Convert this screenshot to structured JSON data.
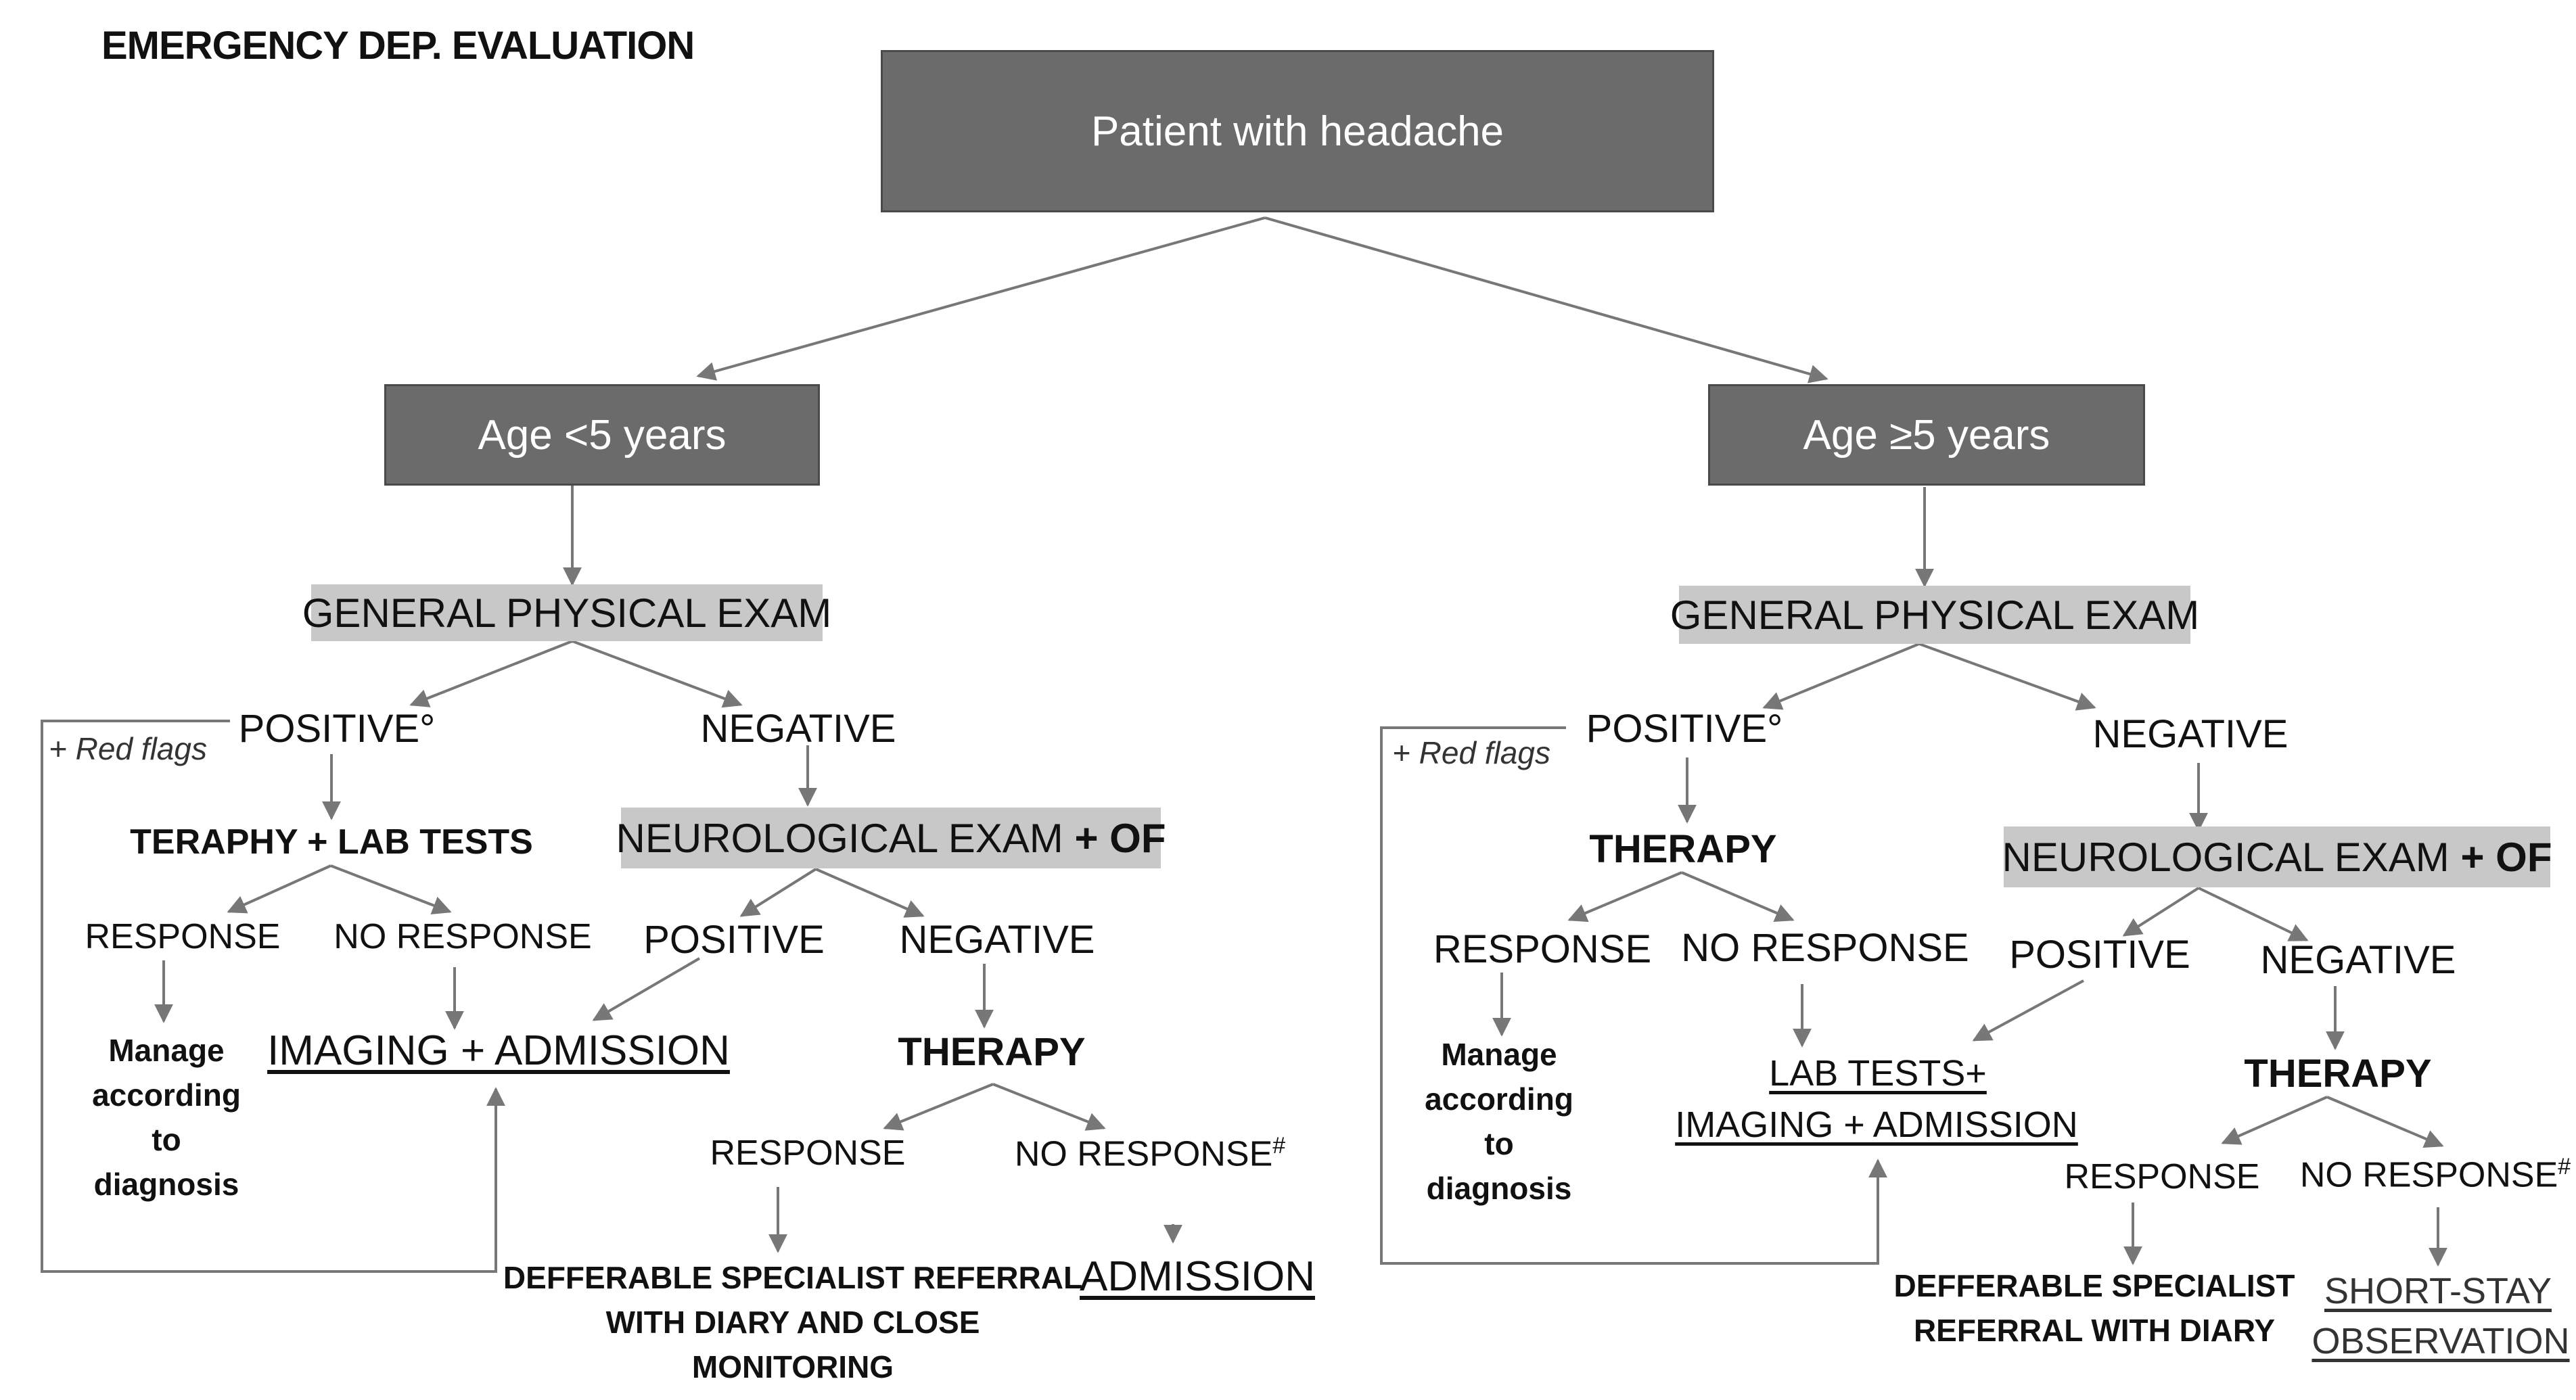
{
  "title": "EMERGENCY DEP. EVALUATION",
  "root": "Patient with headache",
  "left": {
    "age": "Age <5 years",
    "exam": "GENERAL PHYSICAL EXAM",
    "positive": "POSITIVE°",
    "negative": "NEGATIVE",
    "red_flags": "+ Red flags",
    "teraphy": "TERAPHY + LAB TESTS",
    "response": "RESPONSE",
    "no_response": "NO RESPONSE",
    "manage": [
      "Manage",
      "according",
      "to",
      "diagnosis"
    ],
    "imaging": "IMAGING + ADMISSION",
    "neuro": "NEUROLOGICAL EXAM",
    "neuro_of": "+ OF",
    "neuro_positive": "POSITIVE",
    "neuro_negative": "NEGATIVE",
    "therapy": "THERAPY",
    "t_response": "RESPONSE",
    "t_no_response": "NO RESPONSE",
    "t_no_response_mark": "#",
    "referral": [
      "DEFFERABLE SPECIALIST REFERRAL",
      "WITH DIARY AND CLOSE",
      "MONITORING"
    ],
    "admission": "ADMISSION"
  },
  "right": {
    "age": "Age ≥5 years",
    "exam": "GENERAL PHYSICAL EXAM",
    "positive": "POSITIVE°",
    "negative": "NEGATIVE",
    "red_flags": "+ Red flags",
    "therapy_top": "THERAPY",
    "response": "RESPONSE",
    "no_response": "NO RESPONSE",
    "manage": [
      "Manage",
      "according",
      "to",
      "diagnosis"
    ],
    "lab_tests": "LAB TESTS+",
    "imaging": "IMAGING + ADMISSION",
    "neuro": "NEUROLOGICAL EXAM",
    "neuro_of": "+ OF",
    "neuro_positive": "POSITIVE",
    "neuro_negative": "NEGATIVE",
    "therapy": "THERAPY",
    "t_response": "RESPONSE",
    "t_no_response": "NO RESPONSE",
    "t_no_response_mark": "#",
    "referral": [
      "DEFFERABLE SPECIALIST",
      "REFERRAL WITH DIARY"
    ],
    "short_stay": "SHORT-STAY",
    "observation": "OBSERVATION"
  },
  "colors": {
    "dark_box": "#6b6b6b",
    "light_box": "#c8c8c8",
    "line": "#777777"
  }
}
